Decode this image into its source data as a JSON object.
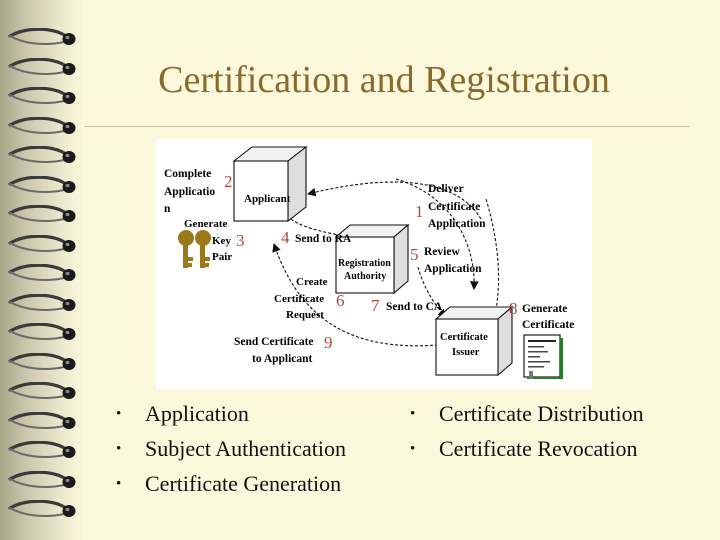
{
  "title": "Certification and Registration",
  "diagram": {
    "steps": [
      {
        "number": "1",
        "label": [
          "Deliver",
          "Certificate",
          "Application"
        ]
      },
      {
        "number": "2",
        "label": [
          "Complete",
          "Applicatio",
          "n"
        ]
      },
      {
        "number": "3",
        "label": [
          "Generate",
          "Key",
          "Pair"
        ]
      },
      {
        "number": "4",
        "label": [
          "Send to RA"
        ]
      },
      {
        "number": "5",
        "label": [
          "Review",
          "Application"
        ]
      },
      {
        "number": "6",
        "label": [
          "Create",
          "Certificate",
          "Request"
        ]
      },
      {
        "number": "7",
        "label": [
          "Send to CA"
        ]
      },
      {
        "number": "8",
        "label": [
          "Generate",
          "Certificate"
        ]
      },
      {
        "number": "9",
        "label": [
          "Send Certificate",
          "to Applicant"
        ]
      }
    ],
    "boxes": {
      "applicant": "Applicant",
      "registration_authority": [
        "Registration",
        "Authority"
      ],
      "certificate_issuer": [
        "Certificate",
        "Issuer"
      ]
    },
    "colors": {
      "number": "#b04a3a",
      "key": "#9a7a18",
      "arrow": "#111111"
    }
  },
  "bullets": {
    "left": [
      "Application",
      "Subject Authentication",
      "Certificate Generation"
    ],
    "right": [
      "Certificate Distribution",
      "Certificate Revocation"
    ]
  },
  "bullet_glyph": "•"
}
